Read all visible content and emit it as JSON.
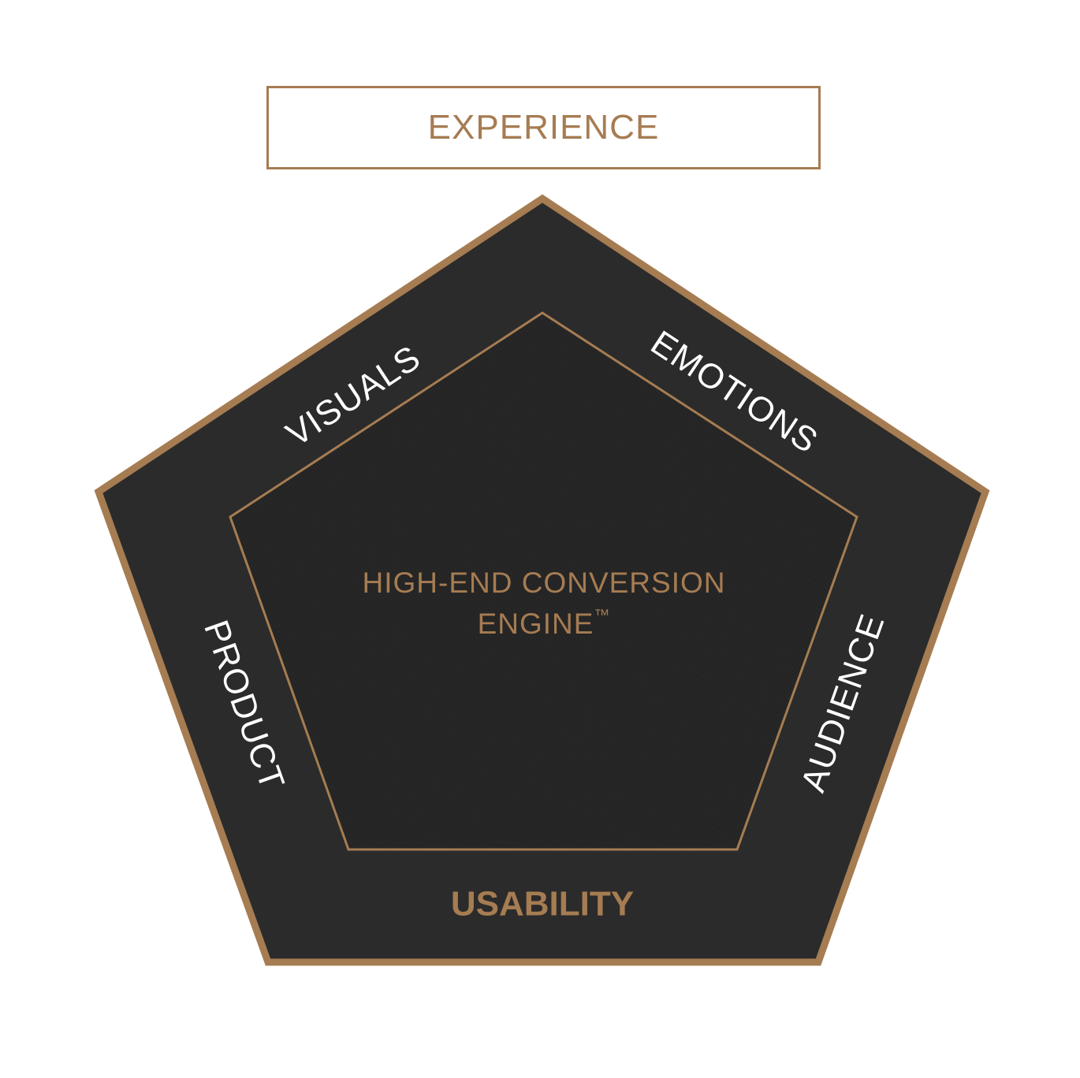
{
  "colors": {
    "accent": "#a67c52",
    "dark_fill": "#2b2b2b",
    "inner_fill": "#262626",
    "label_white": "#ffffff"
  },
  "header": {
    "title": "EXPERIENCE"
  },
  "pentagon": {
    "sides": {
      "top_left": "VISUALS",
      "top_right": "EMOTIONS",
      "right": "AUDIENCE",
      "bottom": "USABILITY",
      "left": "PRODUCT"
    },
    "center": {
      "line1": "HIGH-END CONVERSION",
      "line2": "ENGINE",
      "trademark": "™"
    }
  }
}
